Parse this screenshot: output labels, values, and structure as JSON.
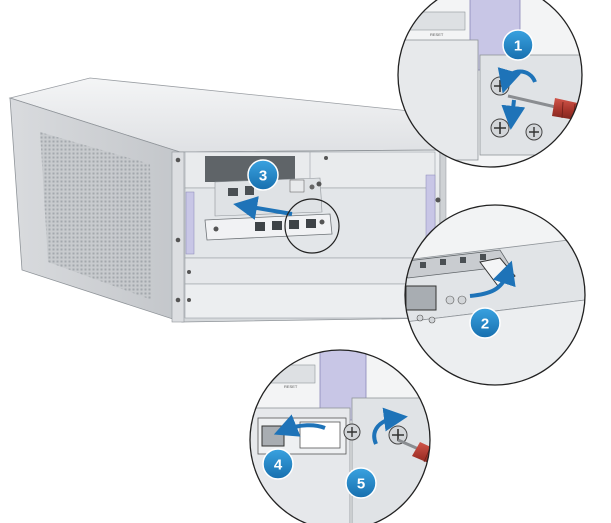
{
  "steps": [
    {
      "number": "1"
    },
    {
      "number": "2"
    },
    {
      "number": "3"
    },
    {
      "number": "4"
    },
    {
      "number": "5"
    }
  ],
  "reset_labels": {
    "top": "RESET",
    "bottom": "RESET"
  },
  "port_label": "4",
  "colors": {
    "step_badge": "#1f86c8",
    "arrow": "#1e73b8",
    "chassis_light": "#eceef0",
    "chassis_mid": "#c9ccd0",
    "chassis_dark": "#8f9499",
    "lavender": "#c8c6e6",
    "screwdriver_handle": "#a3332a",
    "screwdriver_tip": "#d9a35a"
  },
  "icons": [
    "screwdriver-icon",
    "screw-icon",
    "curved-arrow-icon",
    "magnifier-circle-icon"
  ]
}
